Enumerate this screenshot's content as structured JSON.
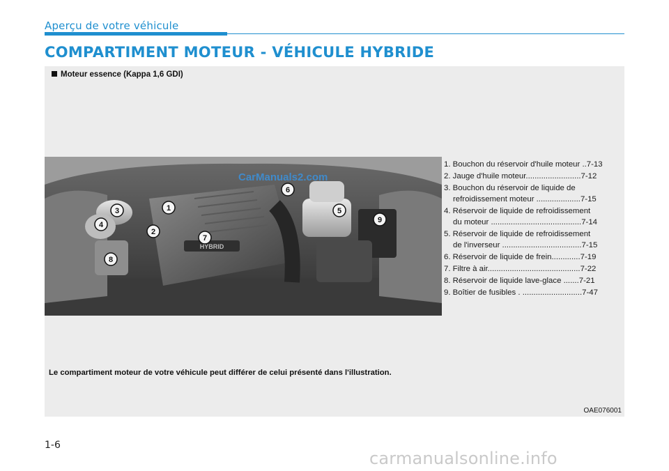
{
  "header": {
    "section": "Aperçu de votre véhicule",
    "title": "COMPARTIMENT MOTEUR - VÉHICULE HYBRIDE",
    "accent_color": "#1f8fcf"
  },
  "panel": {
    "subheading": "Moteur essence (Kappa 1,6 GDI)",
    "image_label": "HYBRID",
    "callouts": [
      "1",
      "2",
      "3",
      "4",
      "5",
      "6",
      "7",
      "8",
      "9"
    ],
    "legend": [
      "1. Bouchon du réservoir d'huile moteur ..7-13",
      "2. Jauge d'huile moteur.........................7-12",
      "3. Bouchon du réservoir de liquide de\nrefroidissement moteur ....................7-15",
      "4. Réservoir de liquide de refroidissement\ndu moteur .........................................7-14",
      "5. Réservoir de liquide de refroidissement\nde l'inverseur ....................................7-15",
      "6. Réservoir de liquide de frein.............7-19",
      "7. Filtre à air..........................................7-22",
      "8. Réservoir de liquide lave-glace .......7-21",
      "9. Boîtier de fusibles . ...........................7-47"
    ],
    "note": "Le compartiment moteur de votre véhicule peut différer de celui présenté dans l'illustration.",
    "code": "OAE076001"
  },
  "footer": {
    "page_number": "1-6",
    "watermark": "carmanualsonline.info"
  },
  "photo_watermark": "CarManuals2.com"
}
